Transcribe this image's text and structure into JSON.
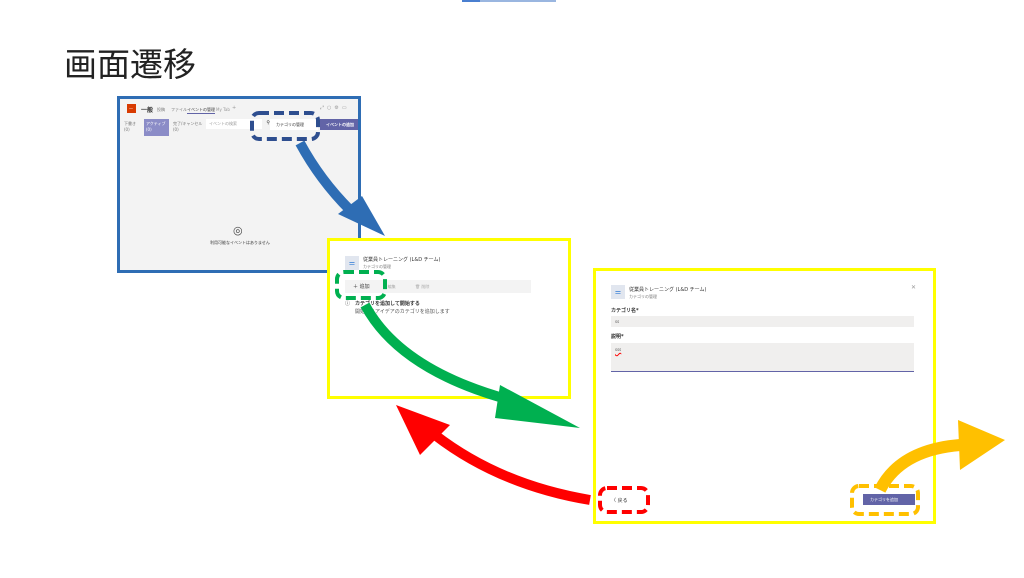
{
  "slide_title": "画面遷移",
  "screen1": {
    "app_letter": "一",
    "channel": "一般",
    "tabs": [
      "投稿",
      "ファイル",
      "イベントの管理",
      "My Tab",
      "+"
    ],
    "filters": [
      "下書き (0)",
      "アクティブ (0)",
      "完了/キャンセル (0)"
    ],
    "search_placeholder": "イベントの検索",
    "manage_categories": "カテゴリの管理",
    "add_event": "イベントの追加",
    "empty_text": "利用可能なイベントはありません"
  },
  "screen2": {
    "team_name": "従業員トレーニング (L&D チーム)",
    "subtitle": "カテゴリの管理",
    "toolbar": [
      "追加",
      "編集",
      "削除"
    ],
    "info_title": "カテゴリを追加して開始する",
    "info_text": "開始するアイデアのカテゴリを追加します"
  },
  "screen3": {
    "team_name": "従業員トレーニング (L&D チーム)",
    "subtitle": "カテゴリの管理",
    "category_label": "カテゴリ名*",
    "category_value": "ss",
    "description_label": "説明*",
    "description_value": "sss",
    "back": "戻る",
    "add_category": "カテゴリを追加"
  },
  "colors": {
    "blue": "#2e6db4",
    "green": "#00b050",
    "red": "#ff0000",
    "orange": "#ffc000",
    "yellow": "#ffff00",
    "accent": "#6264a7"
  }
}
